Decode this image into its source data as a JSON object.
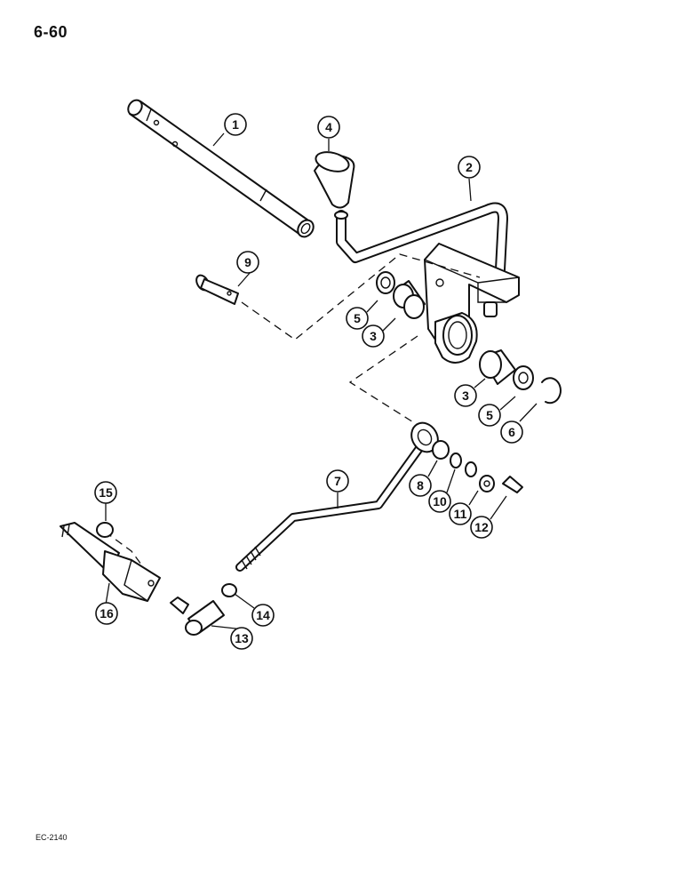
{
  "page_number": "6-60",
  "figure_code": "EC-2140",
  "callouts": [
    "1",
    "2",
    "3",
    "3",
    "4",
    "5",
    "5",
    "6",
    "7",
    "8",
    "9",
    "10",
    "11",
    "12",
    "13",
    "14",
    "15",
    "16"
  ]
}
